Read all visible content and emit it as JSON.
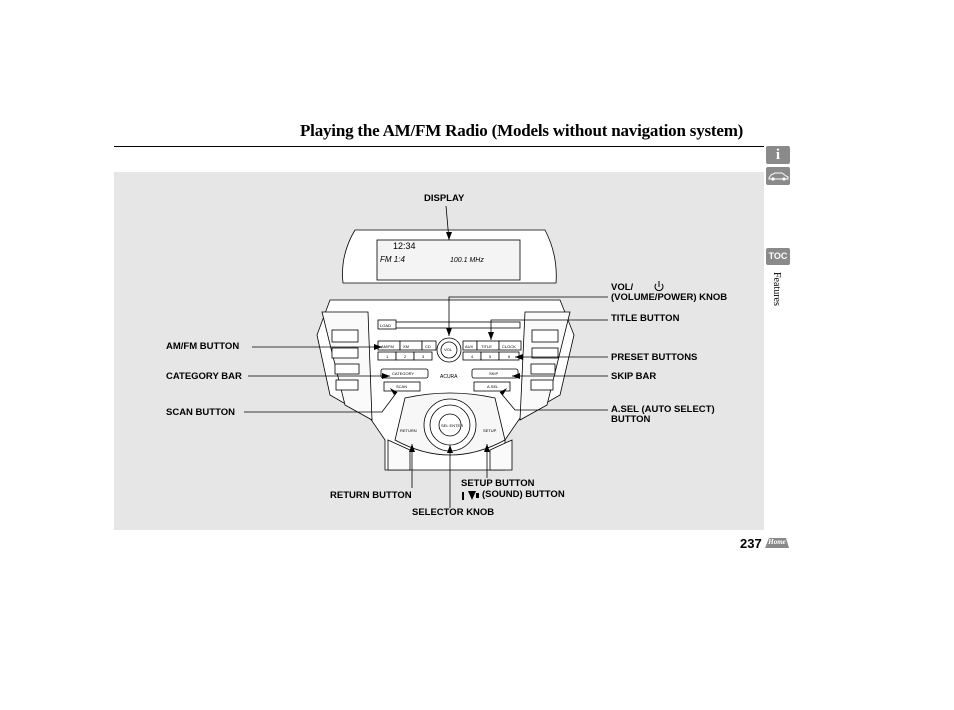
{
  "page": {
    "title": "Playing the AM/FM Radio (Models without navigation system)",
    "section_label": "Features",
    "page_number": "237",
    "info_tab": "i",
    "toc_tab": "TOC",
    "home_tab": "Home"
  },
  "callouts": {
    "display": "DISPLAY",
    "vol_line1": "VOL/",
    "vol_line2": "(VOLUME/POWER) KNOB",
    "title_button": "TITLE BUTTON",
    "preset_buttons": "PRESET BUTTONS",
    "skip_bar": "SKIP BAR",
    "asel_line1": "A.SEL (AUTO SELECT)",
    "asel_line2": "BUTTON",
    "amfm_button": "AM/FM BUTTON",
    "category_bar": "CATEGORY BAR",
    "scan_button": "SCAN BUTTON",
    "setup_line1": "SETUP BUTTON",
    "setup_line2": "(SOUND) BUTTON",
    "return_button": "RETURN BUTTON",
    "selector_knob": "SELECTOR KNOB"
  },
  "unit": {
    "display_clock": "12:34",
    "display_band": "FM 1:4",
    "display_freq": "100.1 MHz",
    "load": "LOAD",
    "brand": "ACURA",
    "buttons_top": [
      "AM/FM",
      "XM",
      "CD",
      "AUX",
      "TITLE",
      "CLOCK"
    ],
    "presets": [
      "1",
      "2",
      "3",
      "4",
      "5",
      "6"
    ],
    "category": "CATEGORY",
    "skip": "SKIP",
    "scan": "SCAN",
    "asel": "A.SEL",
    "return": "RETURN",
    "setup": "SETUP",
    "selector": "SEL ENTER",
    "vol": "VOL"
  }
}
